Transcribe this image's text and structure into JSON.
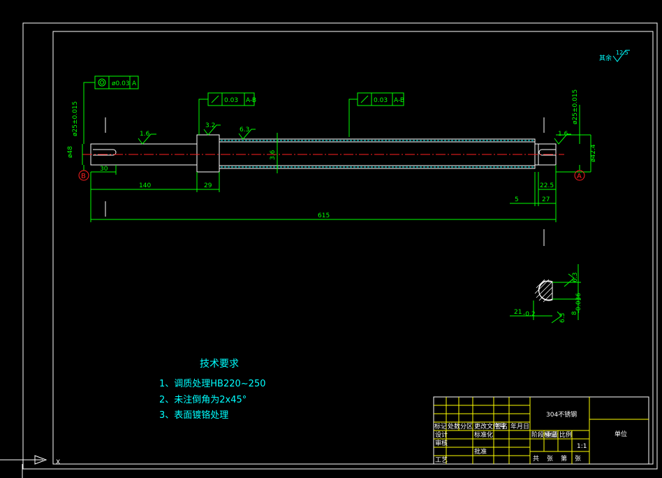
{
  "drawing": {
    "roughness_other": "其余",
    "roughness_other_value": "12.5",
    "datum_a": "A",
    "datum_b": "B"
  },
  "tolerance_frames": [
    {
      "symbol": "◎",
      "value": "ø0.03",
      "datum": "A"
    },
    {
      "symbol": "↗",
      "value": "0.03",
      "datum": "A-B"
    },
    {
      "symbol": "↗",
      "value": "0.03",
      "datum": "A-B"
    }
  ],
  "diameter_labels": {
    "left_tol": "ø25±0.015",
    "left": "ø48",
    "right_tol": "ø25±0.015",
    "right": "ø42.4"
  },
  "roughness": {
    "left_journal": "1.6",
    "collar": "3.2",
    "body": "6.3",
    "right_journal": "1.6",
    "chamfer_depth": "3.6"
  },
  "dimensions": {
    "d30": "30",
    "d140": "140",
    "d29": "29",
    "d615": "615",
    "d5": "5",
    "d27": "27",
    "d22_5": "22.5"
  },
  "section": {
    "depth": "21",
    "depth_tol": "-0.2",
    "roughness_top": "6.3",
    "roughness_bottom": "6.3",
    "width": "8",
    "width_tol": "-0.036"
  },
  "technical_requirements": {
    "title": "技术要求",
    "items": [
      "1、调质处理HB220~250",
      "2、未注倒角为2x45°",
      "3、表面镀铬处理"
    ]
  },
  "title_block": {
    "material": "304不锈钢",
    "scale": "1:1",
    "org": "单位",
    "headers": [
      "标记",
      "处数",
      "分区",
      "更改文件号",
      "签名",
      "年月日"
    ],
    "rows": [
      "设计",
      "审核",
      "工艺"
    ],
    "std": "标准化",
    "approve": "批准",
    "stage": "阶段标记",
    "weight": "重量",
    "ratio": "比例",
    "sheet_info": [
      "共",
      "张",
      "第",
      "张"
    ]
  },
  "ucs": {
    "axis_x": "X"
  }
}
